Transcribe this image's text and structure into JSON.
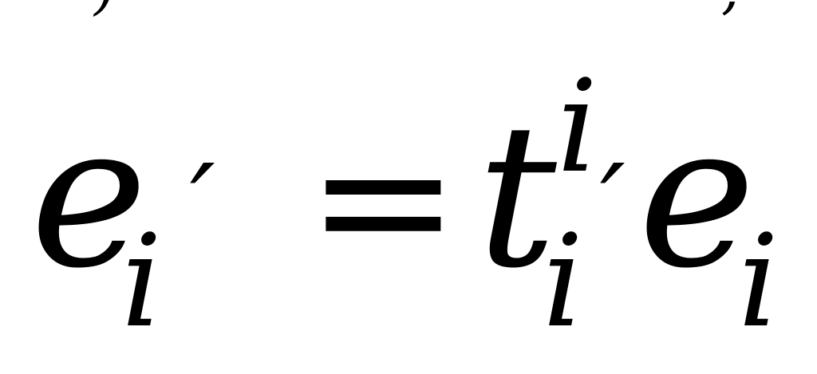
{
  "formula": {
    "lhs_base": "e",
    "lhs_sub": "i",
    "lhs_prime": "′",
    "equals": "=",
    "rhs_t_base": "t",
    "rhs_t_sup": "i",
    "rhs_t_sub": "i",
    "rhs_t_prime": "′",
    "rhs_e_base": "e",
    "rhs_e_sub": "i",
    "top_left_fragment": ")",
    "top_right_fragment": ","
  },
  "colors": {
    "ink": "#000000",
    "background": "#ffffff"
  }
}
